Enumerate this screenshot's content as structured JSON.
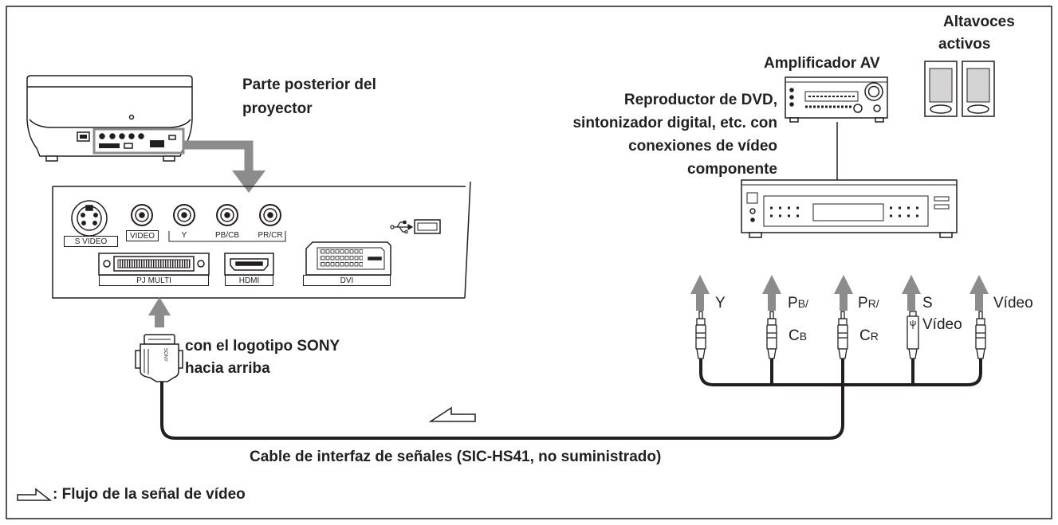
{
  "labels": {
    "projector_back": [
      "Parte posterior del",
      "proyector"
    ],
    "sony_logo_note": [
      "con el logotipo SONY",
      "hacia arriba"
    ],
    "cable": "Cable de interfaz de señales (SIC-HS41, no suministrado)",
    "legend": ": Flujo de la señal de vídeo",
    "speakers": [
      "Altavoces",
      "activos"
    ],
    "amplifier": "Amplificador AV",
    "dvd_player": [
      "Reproductor de DVD,",
      "sintonizador digital, etc. con",
      "conexiones de vídeo",
      "componente"
    ]
  },
  "panel": {
    "s_video": "S VIDEO",
    "video": "VIDEO",
    "y": "Y",
    "pb_cb": "PB/CB",
    "pr_cr": "PR/CR",
    "pj_multi": "PJ MULTI",
    "hdmi": "HDMI",
    "dvi": "DVI"
  },
  "connector": {
    "logo": "SONY"
  },
  "signals": [
    {
      "lines": [
        "Y"
      ]
    },
    {
      "lines": [
        "PB/",
        "CB"
      ]
    },
    {
      "lines": [
        "PR/",
        "CR"
      ]
    },
    {
      "lines": [
        "S",
        "Vídeo"
      ]
    },
    {
      "lines": [
        "Vídeo"
      ]
    }
  ],
  "colors": {
    "line": "#231f20",
    "arrow": "#8c8c8c",
    "speaker_cone": "#d4d4d4"
  }
}
